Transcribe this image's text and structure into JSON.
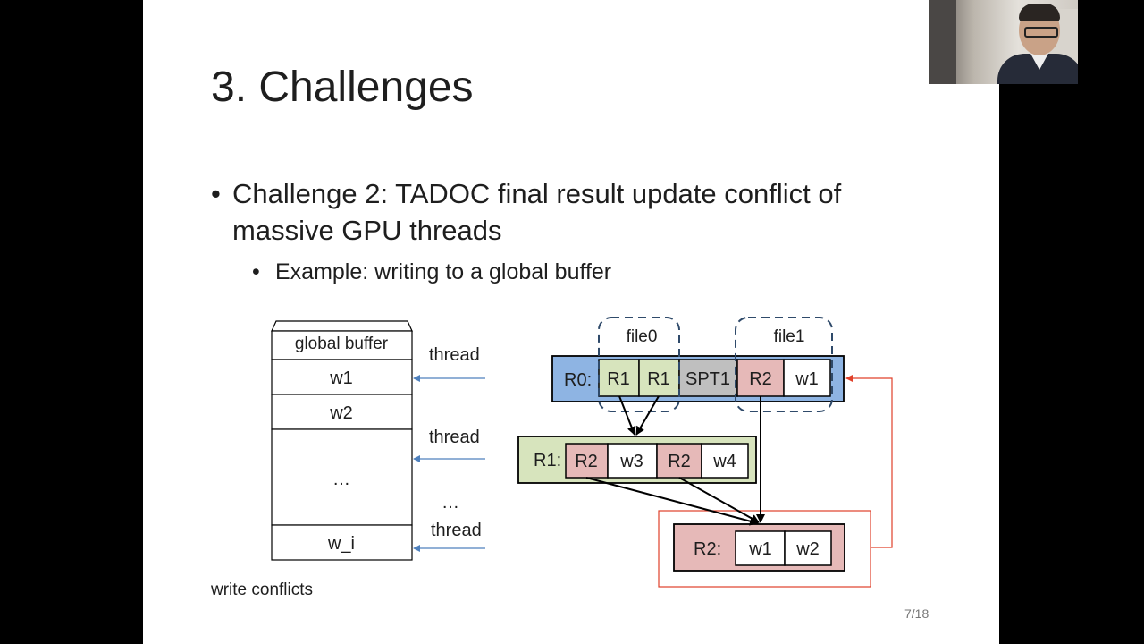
{
  "slide": {
    "title": "3. Challenges",
    "bullet1": "Challenge 2: TADOC final result update conflict of massive GPU threads",
    "bullet2": "Example: writing to a global buffer",
    "page": "7/18"
  },
  "diagram": {
    "buffer_header": "global buffer",
    "buffer_cells": [
      "w1",
      "w2",
      "…",
      "w_i"
    ],
    "thread_label": "thread",
    "dots": "…",
    "caption": "write conflicts",
    "file_labels": [
      "file0",
      "file1"
    ],
    "rules": [
      {
        "name": "R0:",
        "cells": [
          "R1",
          "R1",
          "SPT1",
          "R2",
          "w1"
        ]
      },
      {
        "name": "R1:",
        "cells": [
          "R2",
          "w3",
          "R2",
          "w4"
        ]
      },
      {
        "name": "R2:",
        "cells": [
          "w1",
          "w2"
        ]
      }
    ]
  },
  "colors": {
    "r0_fill": "#8eb4e3",
    "r1_fill": "#d7e4bd",
    "r2_fill": "#e6b9b8",
    "spt_fill": "#bfbfbf",
    "thread_arrow": "#4f81bd",
    "back_arrow": "#e0402a",
    "file_box": "#2f4a6a"
  }
}
